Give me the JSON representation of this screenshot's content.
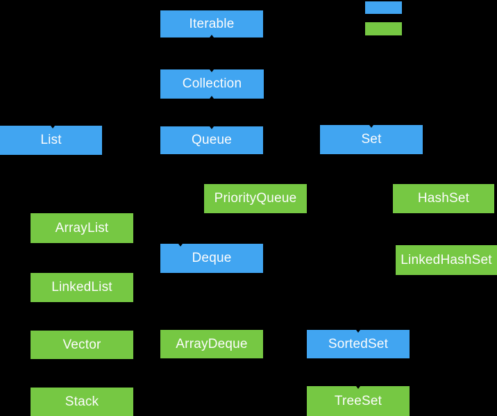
{
  "colors": {
    "background": "#000000",
    "interface_fill": "#41A5F1",
    "class_fill": "#76C843",
    "label_text": "#FCFCFC"
  },
  "legend": {
    "interface_swatch_color": "#41A5F1",
    "class_swatch_color": "#76C843"
  },
  "nodes": {
    "iterable": {
      "label": "Iterable",
      "kind": "interface"
    },
    "collection": {
      "label": "Collection",
      "kind": "interface"
    },
    "list": {
      "label": "List",
      "kind": "interface"
    },
    "queue": {
      "label": "Queue",
      "kind": "interface"
    },
    "set": {
      "label": "Set",
      "kind": "interface"
    },
    "priorityqueue": {
      "label": "PriorityQueue",
      "kind": "class"
    },
    "hashset": {
      "label": "HashSet",
      "kind": "class"
    },
    "arraylist": {
      "label": "ArrayList",
      "kind": "class"
    },
    "deque": {
      "label": "Deque",
      "kind": "interface"
    },
    "linkedhashset": {
      "label": "LinkedHashSet",
      "kind": "class"
    },
    "linkedlist": {
      "label": "LinkedList",
      "kind": "class"
    },
    "vector": {
      "label": "Vector",
      "kind": "class"
    },
    "arraydeque": {
      "label": "ArrayDeque",
      "kind": "class"
    },
    "sortedset": {
      "label": "SortedSet",
      "kind": "interface"
    },
    "stack": {
      "label": "Stack",
      "kind": "class"
    },
    "treeset": {
      "label": "TreeSet",
      "kind": "class"
    }
  }
}
